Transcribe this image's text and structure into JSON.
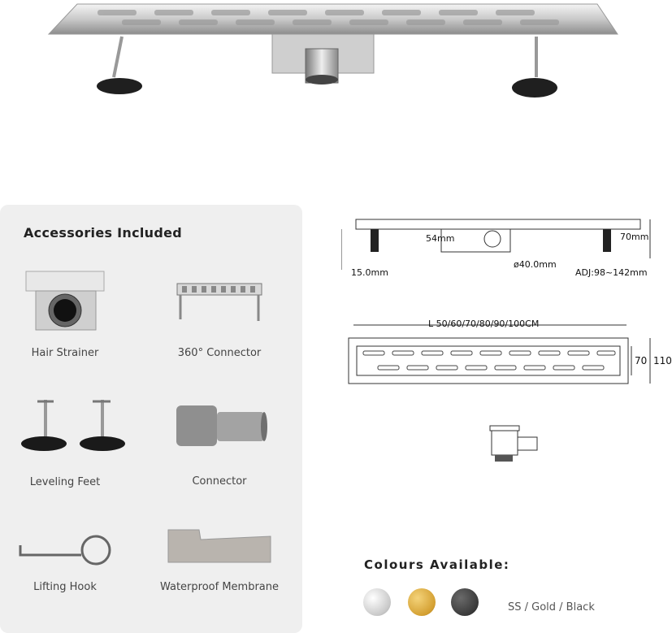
{
  "accessories": {
    "title": "Accessories Included",
    "items": [
      {
        "label": "Hair Strainer",
        "icon": "hair-strainer-icon"
      },
      {
        "label": "360° Connector",
        "icon": "connector-360-icon"
      },
      {
        "label": "Leveling Feet",
        "icon": "leveling-feet-icon"
      },
      {
        "label": "Connector",
        "icon": "connector-pipe-icon"
      },
      {
        "label": "Lifting Hook",
        "icon": "lifting-hook-icon"
      },
      {
        "label": "Waterproof Membrane",
        "icon": "membrane-icon"
      }
    ]
  },
  "diagram": {
    "side": {
      "left_dim": "54mm",
      "height_dim": "70mm",
      "foot_dim": "15.0mm",
      "outlet_dim": "ø40.0mm",
      "adj_dim": "ADJ:98~142mm"
    },
    "top": {
      "length_dim": "L  50/60/70/80/90/100CM",
      "inner_width": "70",
      "outer_width": "110"
    }
  },
  "colours": {
    "title": "Colours Available:",
    "options_text": "SS / Gold / Black",
    "swatches": [
      {
        "name": "SS",
        "color": "#d9d9d9"
      },
      {
        "name": "Gold",
        "color": "#d4a032"
      },
      {
        "name": "Black",
        "color": "#3a3a3a"
      }
    ]
  }
}
